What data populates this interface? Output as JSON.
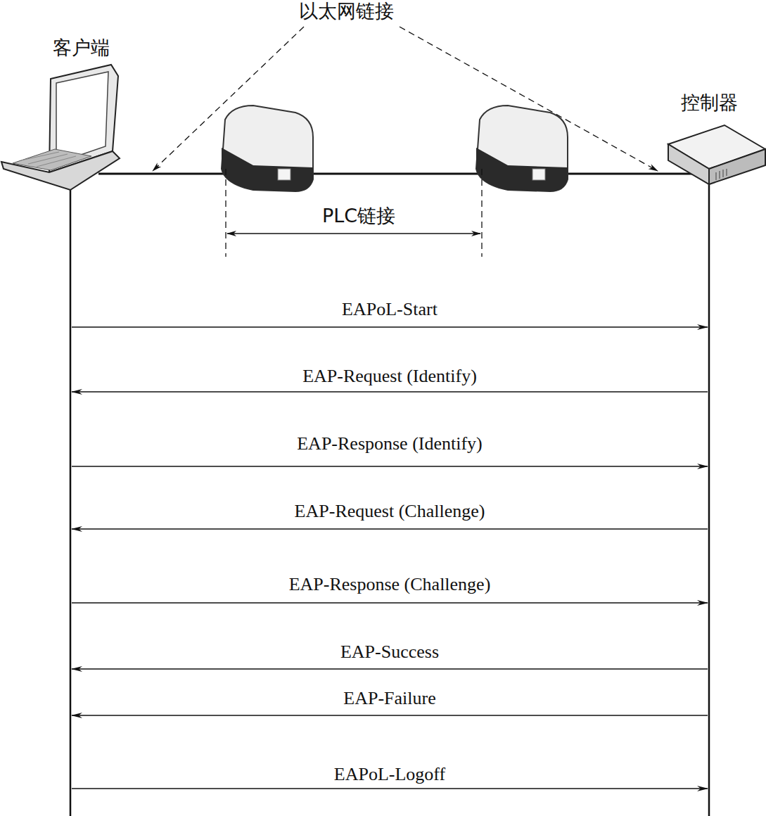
{
  "diagram": {
    "nodes": [
      {
        "text": [
          "客户端"
        ]
      },
      {
        "text": [
          "控制器"
        ]
      }
    ],
    "edges": [
      {
        "from": 0,
        "to": 1,
        "arrow": "to",
        "label": "EAPoL-Start"
      },
      {
        "from": 1,
        "to": 0,
        "arrow": "to",
        "label": "EAP-Request (Identify)"
      },
      {
        "from": 0,
        "to": 1,
        "arrow": "to",
        "label": "EAP-Response (Identify)"
      },
      {
        "from": 1,
        "to": 0,
        "arrow": "to",
        "label": "EAP-Request (Challenge)"
      },
      {
        "from": 0,
        "to": 1,
        "arrow": "to",
        "label": "EAP-Response (Challenge)"
      },
      {
        "from": 1,
        "to": 0,
        "arrow": "to",
        "label": "EAP-Success"
      },
      {
        "from": 1,
        "to": 0,
        "arrow": "to",
        "label": "EAP-Failure"
      },
      {
        "from": 0,
        "to": 1,
        "arrow": "to",
        "label": "EAPoL-Logoff"
      }
    ],
    "labels": [
      "以太网链接",
      "PLC链接"
    ]
  }
}
